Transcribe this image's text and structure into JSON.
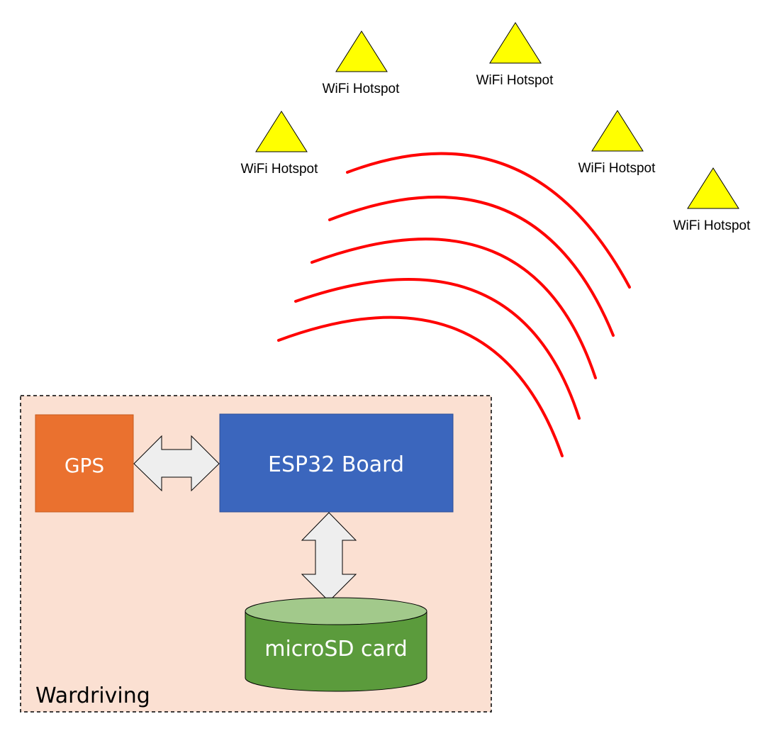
{
  "group": {
    "label": "Wardriving"
  },
  "components": {
    "gps": {
      "label": "GPS"
    },
    "esp32": {
      "label": "ESP32 Board"
    },
    "sdcard": {
      "label": "microSD card"
    }
  },
  "hotspots": [
    {
      "label": "WiFi Hotspot"
    },
    {
      "label": "WiFi Hotspot"
    },
    {
      "label": "WiFi Hotspot"
    },
    {
      "label": "WiFi Hotspot"
    },
    {
      "label": "WiFi Hotspot"
    }
  ],
  "colors": {
    "group_fill": "#fbe0d2",
    "gps_fill": "#ea712f",
    "esp32_fill": "#3b66bd",
    "sd_body": "#5b9b3c",
    "sd_top": "#a2c98b",
    "hotspot_fill": "#ffff00",
    "signal": "#ff0000",
    "arrow_fill": "#eeeeee"
  }
}
